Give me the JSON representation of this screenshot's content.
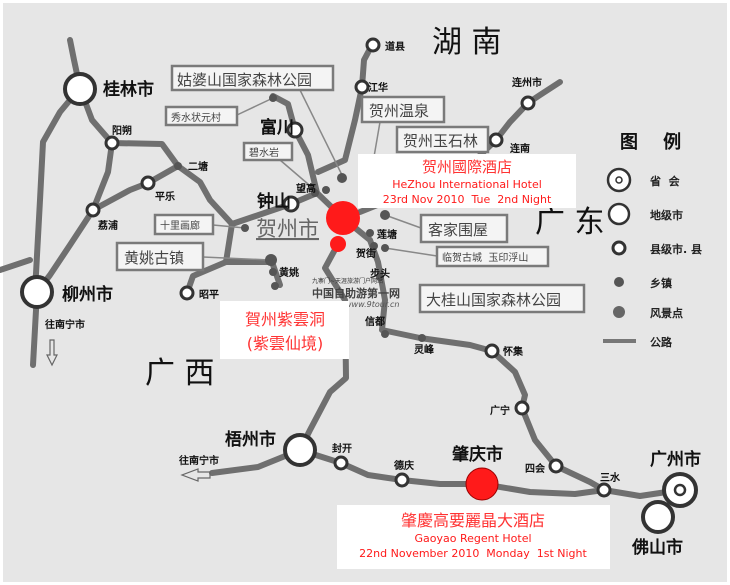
{
  "provinces": {
    "hunan": "湖 南",
    "guangdong": "广 东",
    "guangxi": "广 西"
  },
  "cities": {
    "guilin": "桂林市",
    "liuzhou": "柳州市",
    "hezhou": "贺州市",
    "wuzhou": "梧州市",
    "zhaoqing": "肇庆市",
    "guangzhou": "广州市",
    "foshan": "佛山市"
  },
  "towns": {
    "yangshuo": "阳朔",
    "ertang": "二塘",
    "pingle": "平乐",
    "lipu": "荔浦",
    "zhaoping": "昭平",
    "zhongshan": "钟山",
    "fuchuan": "富川",
    "wanggao": "望高",
    "huangyao": "黄姚",
    "jianghua": "江华",
    "daoxian": "道县",
    "lianzhou": "连州市",
    "liannan": "连南",
    "liantang": "莲塘",
    "hejie": "贺街",
    "bутou": "步头",
    "xindu": "信都",
    "lingfeng": "灵峰",
    "huaiji": "怀集",
    "guangning": "广宁",
    "sihui": "四会",
    "sanshui": "三水",
    "fengkai": "封开",
    "deqing": "德庆",
    "to_nanning_1": "往南宁市",
    "to_nanning_2": "往南宁市"
  },
  "attractions": {
    "gupo": "姑婆山国家森林公园",
    "xiushui": "秀水状元村",
    "bishuiyan": "碧水岩",
    "shili": "十里画廊",
    "huangyao_town": "黄姚古镇",
    "wenquan": "贺州温泉",
    "yushilin": "贺州玉石林",
    "kejia": "客家围屋",
    "linhe": "临贺古城  玉印浮山",
    "daguishan": "大桂山国家森林公园"
  },
  "hotels": {
    "hezhou": {
      "zh": "贺州國際酒店",
      "en": "HeZhou International Hotel",
      "date": "23rd Nov 2010  Tue  2nd Night"
    },
    "ziyun": {
      "zh": "賀州紫雲洞",
      "sub": "(紫雲仙境)"
    },
    "gaoyao": {
      "zh": "肇慶高要麗晶大酒店",
      "en": "Gaoyao Regent Hotel",
      "date": "22nd November 2010  Monday  1st Night"
    }
  },
  "watermark": {
    "line1": "九寨门~天涯旅游门户网站",
    "line2": "中国自助游第一网",
    "line3": "www.9tour.cn"
  },
  "legend": {
    "title": "图    例",
    "items": [
      {
        "label": "省  会",
        "icon": "provincial-capital-icon"
      },
      {
        "label": "地级市",
        "icon": "prefecture-city-icon"
      },
      {
        "label": "县级市. 县",
        "icon": "county-icon"
      },
      {
        "label": "乡镇",
        "icon": "township-icon"
      },
      {
        "label": "风景点",
        "icon": "scenic-spot-icon"
      },
      {
        "label": "公路",
        "icon": "road-icon"
      }
    ]
  },
  "colors": {
    "background": "#e6e6e6",
    "road": "#6f6f6f",
    "hotel": "#ff1a1a"
  }
}
